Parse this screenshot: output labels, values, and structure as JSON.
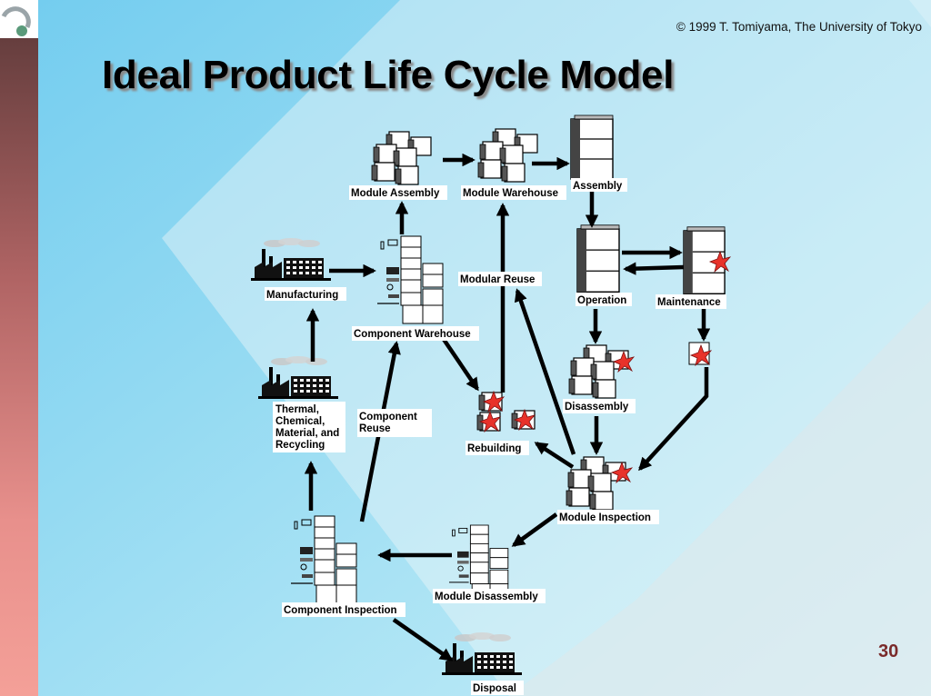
{
  "slide": {
    "copyright": "© 1999 T. Tomiyama, The University of Tokyo",
    "title": "Ideal Product Life Cycle Model",
    "page_number": "30"
  },
  "nodes": {
    "module_assembly": "Module Assembly",
    "module_warehouse": "Module Warehouse",
    "assembly": "Assembly",
    "manufacturing": "Manufacturing",
    "component_warehouse": "Component Warehouse",
    "modular_reuse": "Modular Reuse",
    "operation": "Operation",
    "maintenance": "Maintenance",
    "disassembly": "Disassembly",
    "rebuilding": "Rebuilding",
    "thermal_line1": "Thermal,",
    "thermal_line2": "Chemical,",
    "thermal_line3": "Material, and",
    "thermal_line4": "Recycling",
    "component_reuse_line1": "Component",
    "component_reuse_line2": "Reuse",
    "module_inspection": "Module Inspection",
    "component_inspection": "Component Inspection",
    "module_disassembly": "Module Disassembly",
    "disposal": "Disposal"
  },
  "colors": {
    "background": "#7fd3f0",
    "diamond": "#eef6f8",
    "arrow": "#000000",
    "star": "#e8322a",
    "page_number": "#7a2a2a"
  },
  "icons": [
    "factory-icon",
    "modules-icon",
    "cabinet-icon",
    "broken-module-icon",
    "parts-shelf-icon"
  ]
}
